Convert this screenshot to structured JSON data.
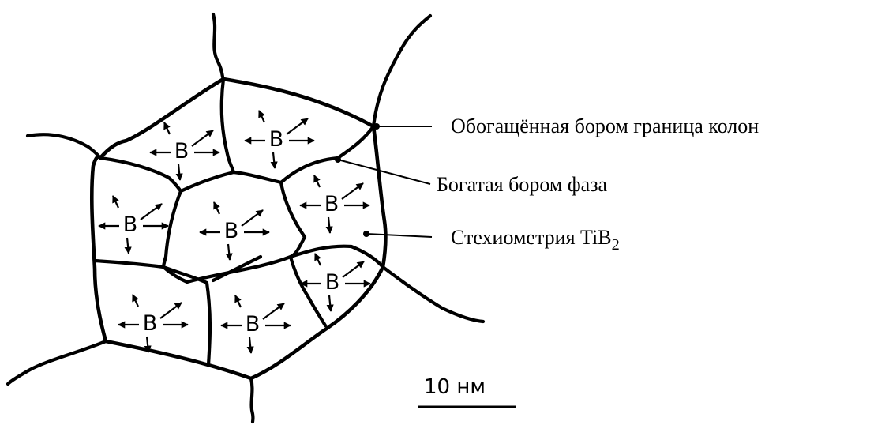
{
  "grain_letter": "B",
  "labels": {
    "boundary": "Обогащённая бором граница колон",
    "phase": "Богатая бором фаза",
    "stoichiometry_prefix": "Стехиометрия TiB",
    "stoichiometry_sub": "2"
  },
  "scale_bar": {
    "text": "10 нм"
  }
}
